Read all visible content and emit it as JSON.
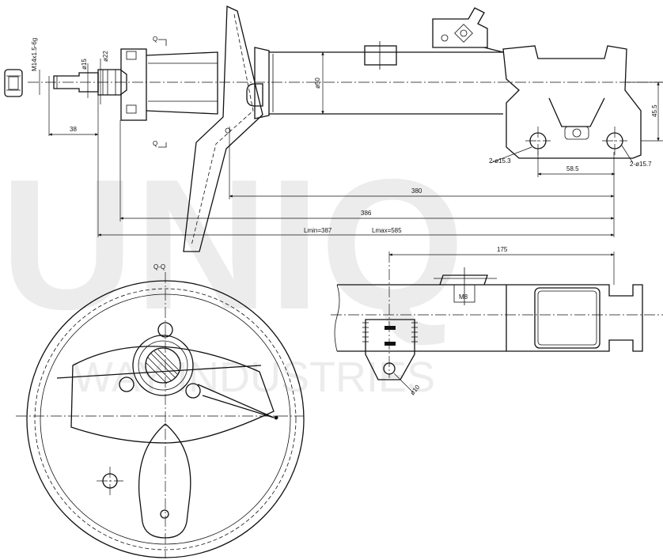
{
  "watermark": {
    "brand": "UNIQ",
    "company": "WAY INDUSTRIES"
  },
  "section": {
    "label": "Q-Q",
    "marker": "Q"
  },
  "dimensions": {
    "thread": "M14x1.5-6g",
    "d15": "ø15",
    "d22": "ø22",
    "d50": "ø50",
    "rod_length": "38",
    "l380": "380",
    "l386": "386",
    "lmin": "Lmin=387",
    "lmax": "Lmax=585",
    "h455": "45.5",
    "holes_left": "2-ø15.3",
    "holes_right": "2-ø15.7",
    "spacing": "58.5",
    "bracket_dist": "175",
    "bolt": "M8",
    "eye": "ø10"
  }
}
